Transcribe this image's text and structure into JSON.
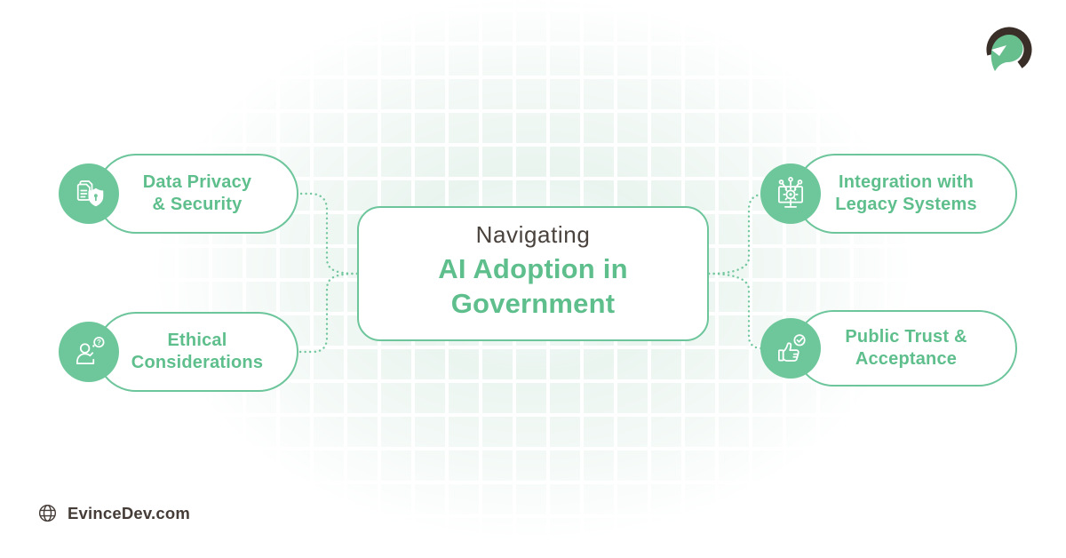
{
  "meta": {
    "type": "infographic-diagram"
  },
  "colors": {
    "green_text": "#5ebf8d",
    "green_border": "#6cc59b",
    "green_fill": "#6ec79b",
    "dotted_line": "#74c79e",
    "dark_text": "#4a423d",
    "grid_tint": "#e7f3ed",
    "logo_dark": "#3a2e28",
    "logo_green": "#68bf8e"
  },
  "center": {
    "kicker": "Navigating",
    "title_line1": "AI Adoption in",
    "title_line2": "Government"
  },
  "topics": [
    {
      "line1": "Data Privacy",
      "line2": "& Security",
      "icon": "documents-shield-lock-icon"
    },
    {
      "line1": "Ethical",
      "line2": "Considerations",
      "icon": "person-question-bubble-icon"
    },
    {
      "line1": "Integration with",
      "line2": "Legacy Systems",
      "icon": "monitor-gear-network-icon"
    },
    {
      "line1": "Public Trust &",
      "line2": "Acceptance",
      "icon": "thumbs-up-check-icon"
    }
  ],
  "footer": {
    "website": "EvinceDev.com",
    "icon": "globe-icon"
  },
  "brand": {
    "logo": "spartan-helmet-logo"
  }
}
